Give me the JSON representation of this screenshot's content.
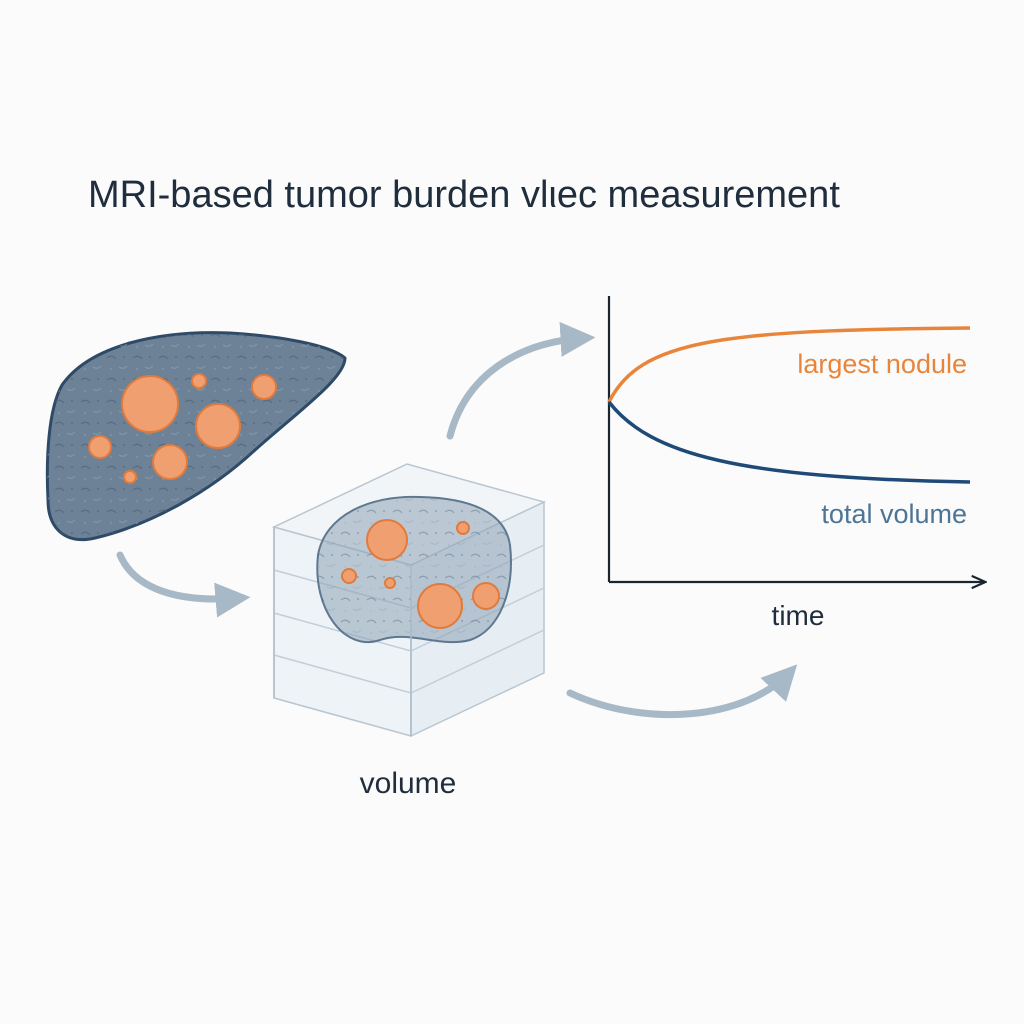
{
  "title": "MRI-based tumor burden vlιec measurement",
  "labels": {
    "volume": "volume",
    "time": "time",
    "largest_nodule": "largest nodule",
    "total_volume": "total volume"
  },
  "colors": {
    "background": "#fbfbfb",
    "title_text": "#1f2d3d",
    "liver_fill": "#6d8296",
    "liver_outline": "#2e4a66",
    "nodule_fill": "#f0a070",
    "nodule_stroke": "#e07b3d",
    "arrow": "#a7b8c6",
    "largest_nodule_line": "#e8853a",
    "total_volume_line": "#1f4a78",
    "axis": "#1a2530",
    "total_volume_text": "#4e7596"
  },
  "icons": [
    "liver-illustration",
    "mri-volume-cube",
    "flow-arrow"
  ]
}
